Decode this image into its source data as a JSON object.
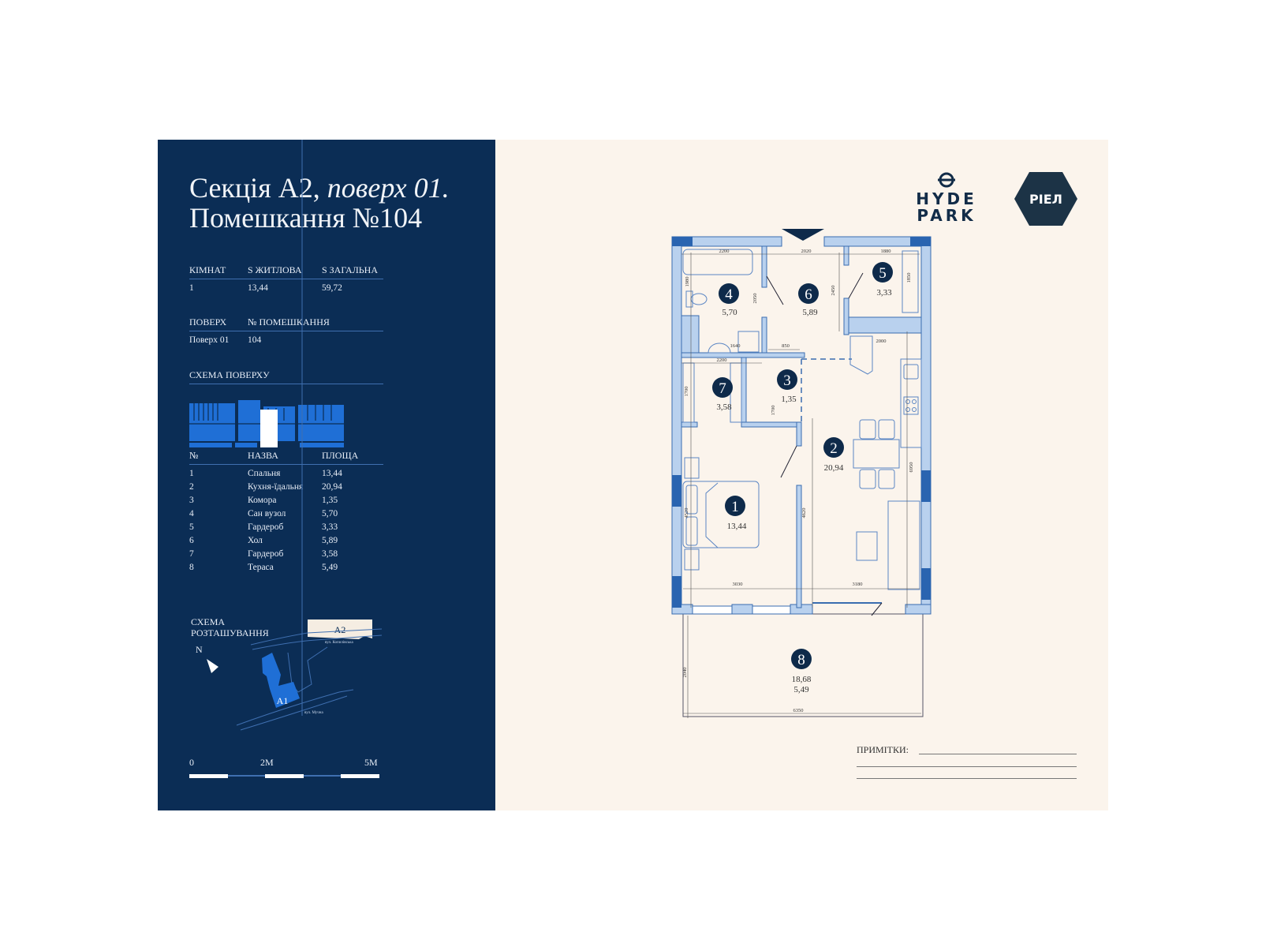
{
  "header": {
    "title_line1_regular": "Секція А2,",
    "title_line1_italic": "поверх 01.",
    "title_line2": "Помешкання №104"
  },
  "summary": {
    "headers": [
      "КІМНАТ",
      "S ЖИТЛОВА",
      "S ЗАГАЛЬНА"
    ],
    "values": [
      "1",
      "13,44",
      "59,72"
    ]
  },
  "floor_info": {
    "headers": [
      "ПОВЕРХ",
      "№ ПОМЕШКАННЯ"
    ],
    "values": [
      "Поверх 01",
      "104"
    ]
  },
  "floor_scheme": {
    "label": "СХЕМА ПОВЕРХУ"
  },
  "rooms": {
    "headers": [
      "№",
      "НАЗВА",
      "ПЛОЩА"
    ],
    "list": [
      {
        "num": "1",
        "name": "Спальня",
        "area": "13,44"
      },
      {
        "num": "2",
        "name": "Кухня-їдальня",
        "area": "20,94"
      },
      {
        "num": "3",
        "name": "Комора",
        "area": "1,35"
      },
      {
        "num": "4",
        "name": "Сан вузол",
        "area": "5,70"
      },
      {
        "num": "5",
        "name": "Гардероб",
        "area": "3,33"
      },
      {
        "num": "6",
        "name": "Хол",
        "area": "5,89"
      },
      {
        "num": "7",
        "name": "Гардероб",
        "area": "3,58"
      },
      {
        "num": "8",
        "name": "Тераса",
        "area": "5,49"
      }
    ]
  },
  "location": {
    "label_line1": "СХЕМА",
    "label_line2": "РОЗТАШУВАННЯ",
    "section_tag": "А2",
    "building": "А1",
    "north": "N",
    "street_top": "вул. Копилівська",
    "street_bottom": "вул. Мучна"
  },
  "scale": {
    "labels": [
      "0",
      "2M",
      "5M"
    ]
  },
  "plan": {
    "rooms": [
      {
        "num": "1",
        "area": "13,44"
      },
      {
        "num": "2",
        "area": "20,94"
      },
      {
        "num": "3",
        "area": "1,35"
      },
      {
        "num": "4",
        "area": "5,70"
      },
      {
        "num": "5",
        "area": "3,33"
      },
      {
        "num": "6",
        "area": "5,89"
      },
      {
        "num": "7",
        "area": "3,58"
      },
      {
        "num": "8",
        "area": "18,68",
        "area2": "5,49"
      }
    ],
    "dimensions": [
      "2200",
      "2020",
      "1880",
      "1980",
      "2050",
      "2450",
      "1850",
      "1640",
      "850",
      "2000",
      "2200",
      "1700",
      "1700",
      "6950",
      "4520",
      "4620",
      "3030",
      "3180",
      "2040",
      "6350"
    ]
  },
  "logos": {
    "hyde_line1": "HYDE",
    "hyde_line2": "PARK",
    "riel": "РІЕЛ"
  },
  "notes": {
    "label": "ПРИМІТКИ:"
  },
  "colors": {
    "navy": "#0b2d55",
    "cream": "#fbf4ec",
    "wall": "#b9d1ee",
    "accent_blue": "#2f6cc0",
    "badge": "#0e2a4a"
  }
}
